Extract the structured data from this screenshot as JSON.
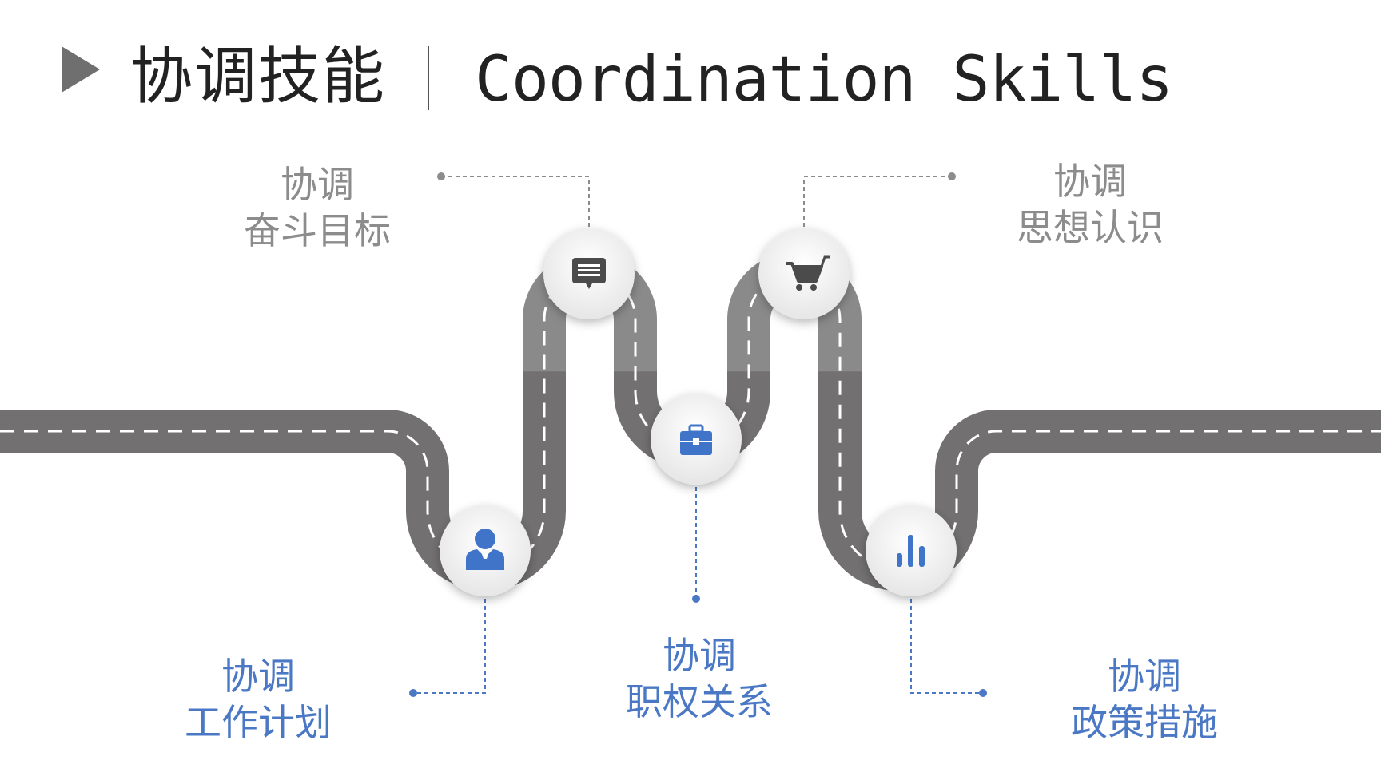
{
  "header": {
    "title_cn": "协调技能",
    "title_en": "Coordination Skills",
    "icon": "play-triangle-icon"
  },
  "colors": {
    "road": "#727070",
    "road_top": "#888888",
    "lane": "#ffffff",
    "node": "#ededed",
    "icon_gray": "#4b4b4b",
    "icon_blue": "#3f74c8",
    "connector_gray": "#8c8c8c",
    "connector_blue": "#4a78c4"
  },
  "milestones": [
    {
      "id": "work-plan",
      "line1": "协调",
      "line2": "工作计划",
      "icon": "user-icon",
      "position": "bottom"
    },
    {
      "id": "struggle-goal",
      "line1": "协调",
      "line2": "奋斗目标",
      "icon": "chat-icon",
      "position": "top"
    },
    {
      "id": "authority-relations",
      "line1": "协调",
      "line2": "职权关系",
      "icon": "briefcase-icon",
      "position": "bottom"
    },
    {
      "id": "ideological-understanding",
      "line1": "协调",
      "line2": "思想认识",
      "icon": "shopping-cart-icon",
      "position": "top"
    },
    {
      "id": "policy-measures",
      "line1": "协调",
      "line2": "政策措施",
      "icon": "bar-chart-icon",
      "position": "bottom"
    }
  ]
}
